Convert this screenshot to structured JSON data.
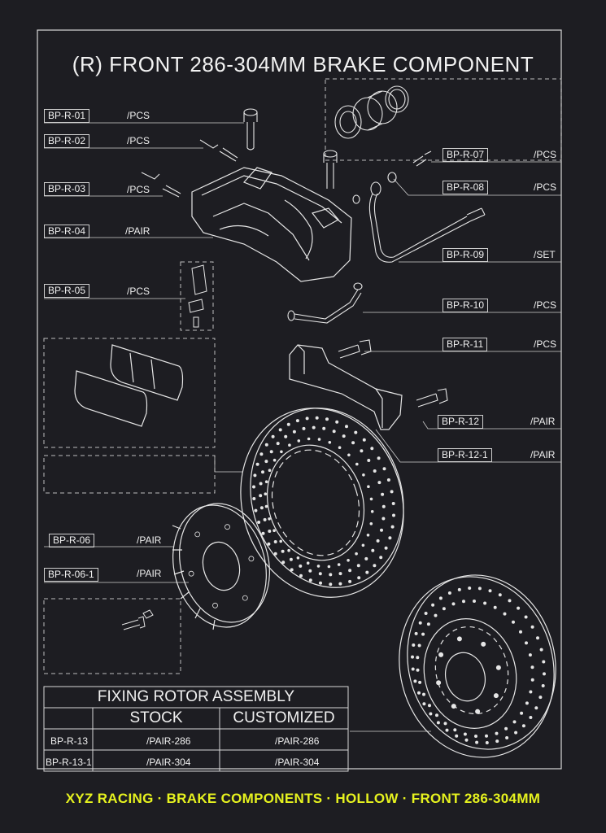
{
  "title": "(R) FRONT  286-304MM  BRAKE  COMPONENT",
  "parts_left": [
    {
      "code": "BP-R-01",
      "unit": "/PCS"
    },
    {
      "code": "BP-R-02",
      "unit": "/PCS"
    },
    {
      "code": "BP-R-03",
      "unit": "/PCS"
    },
    {
      "code": "BP-R-04",
      "unit": "/PAIR"
    },
    {
      "code": "BP-R-05",
      "unit": "/PCS"
    },
    {
      "code": "BP-R-06",
      "unit": "/PAIR"
    },
    {
      "code": "BP-R-06-1",
      "unit": "/PAIR"
    }
  ],
  "parts_right": [
    {
      "code": "BP-R-07",
      "unit": "/PCS"
    },
    {
      "code": "BP-R-08",
      "unit": "/PCS"
    },
    {
      "code": "BP-R-09",
      "unit": "/SET"
    },
    {
      "code": "BP-R-10",
      "unit": "/PCS"
    },
    {
      "code": "BP-R-11",
      "unit": "/PCS"
    },
    {
      "code": "BP-R-12",
      "unit": "/PAIR"
    },
    {
      "code": "BP-R-12-1",
      "unit": "/PAIR"
    }
  ],
  "table": {
    "title": "FIXING ROTOR ASSEMBLY",
    "col_stock": "STOCK",
    "col_custom": "CUSTOMIZED",
    "rows": [
      {
        "code": "BP-R-13",
        "stock": "/PAIR-286",
        "custom": "/PAIR-286"
      },
      {
        "code": "BP-R-13-1",
        "stock": "/PAIR-304",
        "custom": "/PAIR-304"
      }
    ]
  },
  "footer": "XYZ RACING · BRAKE COMPONENTS · HOLLOW · FRONT 286-304MM",
  "colors": {
    "background": "#1d1d22",
    "line": "#e0e0e0",
    "footer": "#e6f21f"
  }
}
